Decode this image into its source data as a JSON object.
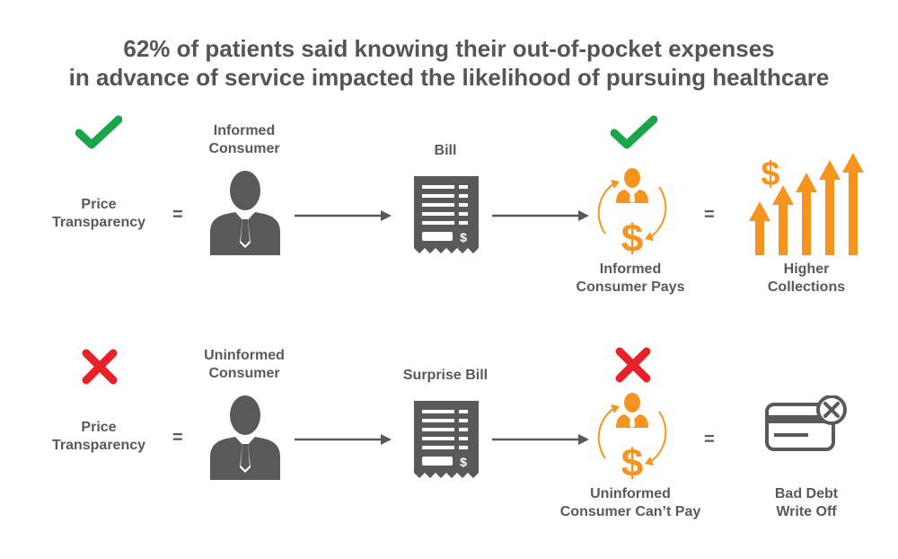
{
  "title": {
    "line1": "62% of patients said knowing their out-of-pocket expenses",
    "line2": "in advance of service impacted the likelihood of pursuing healthcare"
  },
  "rows": [
    {
      "status": "check",
      "price_label": [
        "Price",
        "Transparency"
      ],
      "equals": "=",
      "consumer_label": [
        "Informed",
        "Consumer"
      ],
      "bill_label": "Bill",
      "pay_label": [
        "Informed",
        "Consumer Pays"
      ],
      "equals2": "=",
      "outcome_label": [
        "Higher",
        "Collections"
      ],
      "outcome_icon": "bar-arrows-icon"
    },
    {
      "status": "cross",
      "price_label": [
        "Price",
        "Transparency"
      ],
      "equals": "=",
      "consumer_label": [
        "Uninformed",
        "Consumer"
      ],
      "bill_label": "Surprise Bill",
      "pay_label": [
        "Uninformed",
        "Consumer Can’t Pay"
      ],
      "equals2": "=",
      "outcome_label": [
        "Bad Debt",
        "Write Off"
      ],
      "outcome_icon": "declined-card-icon"
    }
  ],
  "colors": {
    "check": "#1aa54a",
    "cross": "#e8202a",
    "orange": "#f7941d",
    "gray": "#595959"
  },
  "dollar_symbol": "$"
}
